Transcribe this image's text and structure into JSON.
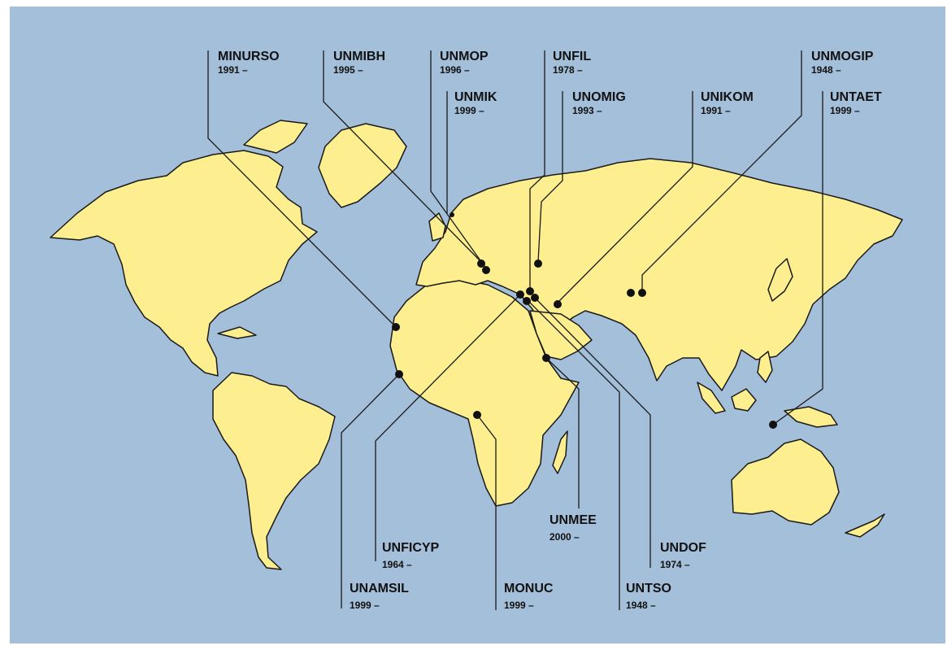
{
  "colors": {
    "ocean": "#a4bfd9",
    "land": "#fdee8f",
    "outline": "#1a1a1a",
    "markers": "#111111"
  },
  "missions": [
    {
      "name": "MINURSO",
      "year": "1991 –"
    },
    {
      "name": "UNMIBH",
      "year": "1995 –"
    },
    {
      "name": "UNMOP",
      "year": "1996 –"
    },
    {
      "name": "UNMIK",
      "year": "1999 –"
    },
    {
      "name": "UNFIL",
      "year": "1978 –"
    },
    {
      "name": "UNOMIG",
      "year": "1993 –"
    },
    {
      "name": "UNIKOM",
      "year": "1991 –"
    },
    {
      "name": "UNMOGIP",
      "year": "1948 –"
    },
    {
      "name": "UNTAET",
      "year": "1999 –"
    },
    {
      "name": "UNMEE",
      "year": "2000 –"
    },
    {
      "name": "UNFICYP",
      "year": "1964 –"
    },
    {
      "name": "UNDOF",
      "year": "1974 –"
    },
    {
      "name": "UNAMSIL",
      "year": "1999 –"
    },
    {
      "name": "MONUC",
      "year": "1999 –"
    },
    {
      "name": "UNTSO",
      "year": "1948 –"
    }
  ]
}
